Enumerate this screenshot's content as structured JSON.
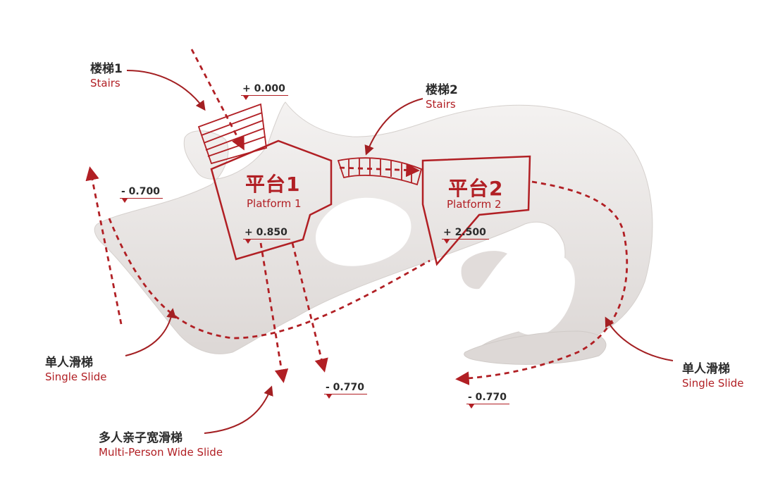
{
  "labels": {
    "stairs1": {
      "zh": "楼梯1",
      "en": "Stairs"
    },
    "stairs2": {
      "zh": "楼梯2",
      "en": "Stairs"
    },
    "single_slide_left": {
      "zh": "单人滑梯",
      "en": "Single Slide"
    },
    "single_slide_right": {
      "zh": "单人滑梯",
      "en": "Single Slide"
    },
    "wide_slide": {
      "zh": "多人亲子宽滑梯",
      "en": "Multi-Person Wide Slide"
    }
  },
  "platforms": {
    "p1": {
      "zh": "平台1",
      "en": "Platform 1"
    },
    "p2": {
      "zh": "平台2",
      "en": "Platform 2"
    }
  },
  "elevations": {
    "top": "+ 0.000",
    "p1": "+ 0.850",
    "p2": "+ 2.500",
    "left": "- 0.700",
    "bottom_mid": "- 0.770",
    "bottom_right": "- 0.770"
  },
  "colors": {
    "accent": "#b11f24",
    "sculpture": "#ebe7e5",
    "text": "#2b2b2b"
  }
}
